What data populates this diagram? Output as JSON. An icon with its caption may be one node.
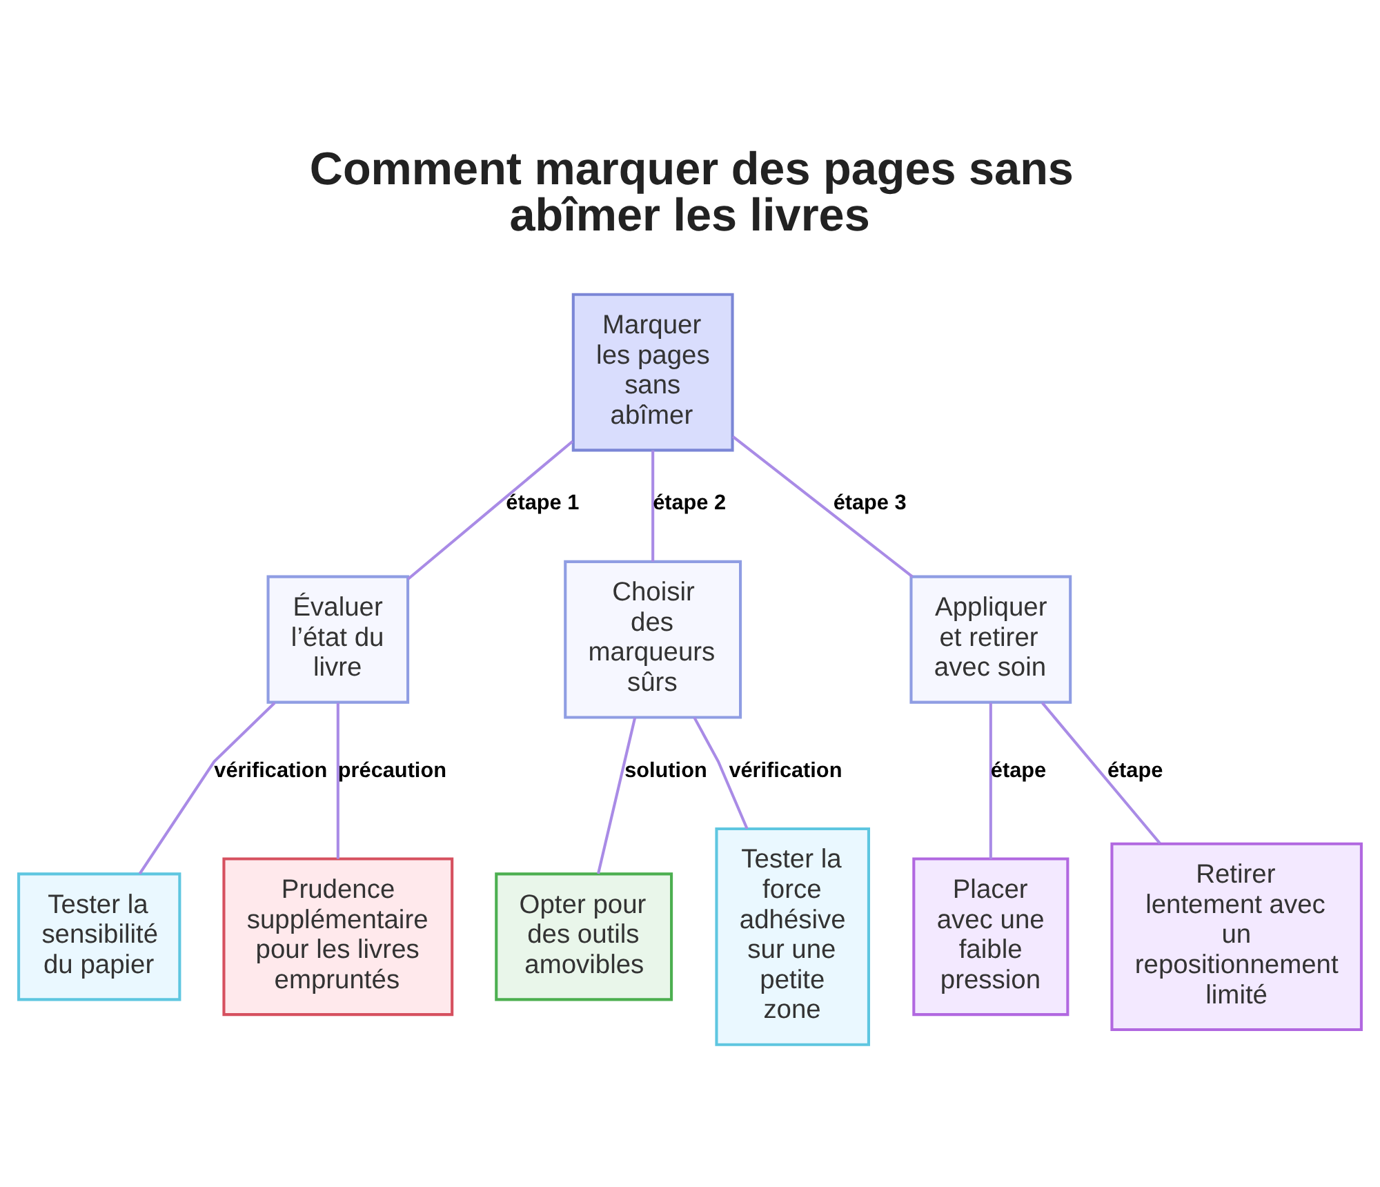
{
  "diagram": {
    "title": "Comment marquer des pages sans abîmer les livres",
    "nodes": [
      {
        "text": [
          "Marquer les pages sans abîmer"
        ]
      },
      {
        "text": [
          "Évaluer l’état du livre"
        ]
      },
      {
        "text": [
          "Choisir des marqueurs sûrs"
        ]
      },
      {
        "text": [
          "Appliquer et retirer avec soin"
        ]
      },
      {
        "text": [
          "Tester la sensibilité du papier"
        ]
      },
      {
        "text": [
          "Prudence supplémentaire pour les livres empruntés"
        ]
      },
      {
        "text": [
          "Opter pour des outils amovibles"
        ]
      },
      {
        "text": [
          "Tester la force adhésive sur une petite zone"
        ]
      },
      {
        "text": [
          "Placer avec une faible pression"
        ]
      },
      {
        "text": [
          "Retirer lentement avec un repositionnement limité"
        ]
      }
    ],
    "edges": [
      {
        "from": 0,
        "to": 1,
        "arrow": "none",
        "label": "étape 1"
      },
      {
        "from": 0,
        "to": 2,
        "arrow": "none",
        "label": "étape 2"
      },
      {
        "from": 0,
        "to": 3,
        "arrow": "none",
        "label": "étape 3"
      },
      {
        "from": 1,
        "to": 4,
        "arrow": "none",
        "label": "vérification"
      },
      {
        "from": 1,
        "to": 5,
        "arrow": "none",
        "label": "précaution"
      },
      {
        "from": 2,
        "to": 6,
        "arrow": "none",
        "label": "solution"
      },
      {
        "from": 2,
        "to": 7,
        "arrow": "none",
        "label": "vérification"
      },
      {
        "from": 3,
        "to": 8,
        "arrow": "none",
        "label": "étape"
      },
      {
        "from": 3,
        "to": 9,
        "arrow": "none",
        "label": "étape"
      }
    ]
  }
}
